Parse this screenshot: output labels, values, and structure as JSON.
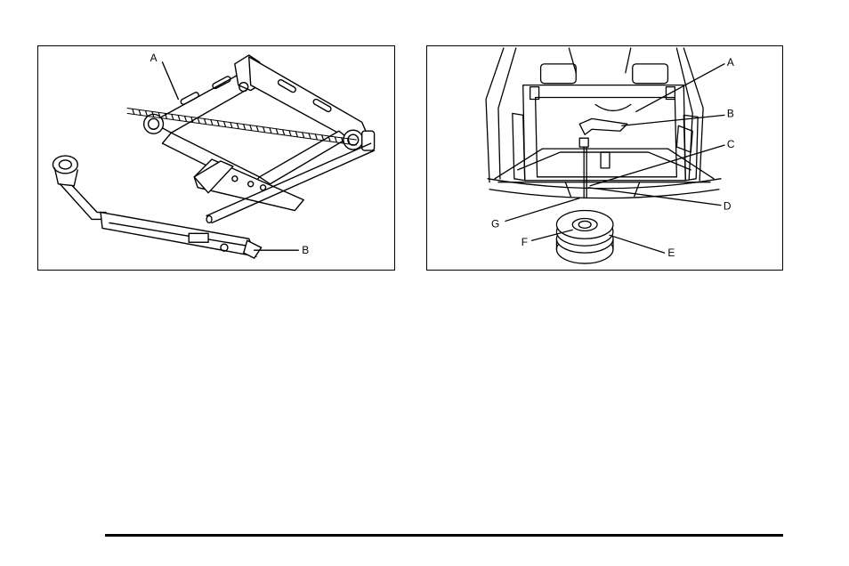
{
  "figure_left": {
    "labels": {
      "a": "A",
      "b": "B"
    }
  },
  "figure_right": {
    "labels": {
      "a": "A",
      "b": "B",
      "c": "C",
      "d": "D",
      "e": "E",
      "f": "F",
      "g": "G"
    }
  }
}
